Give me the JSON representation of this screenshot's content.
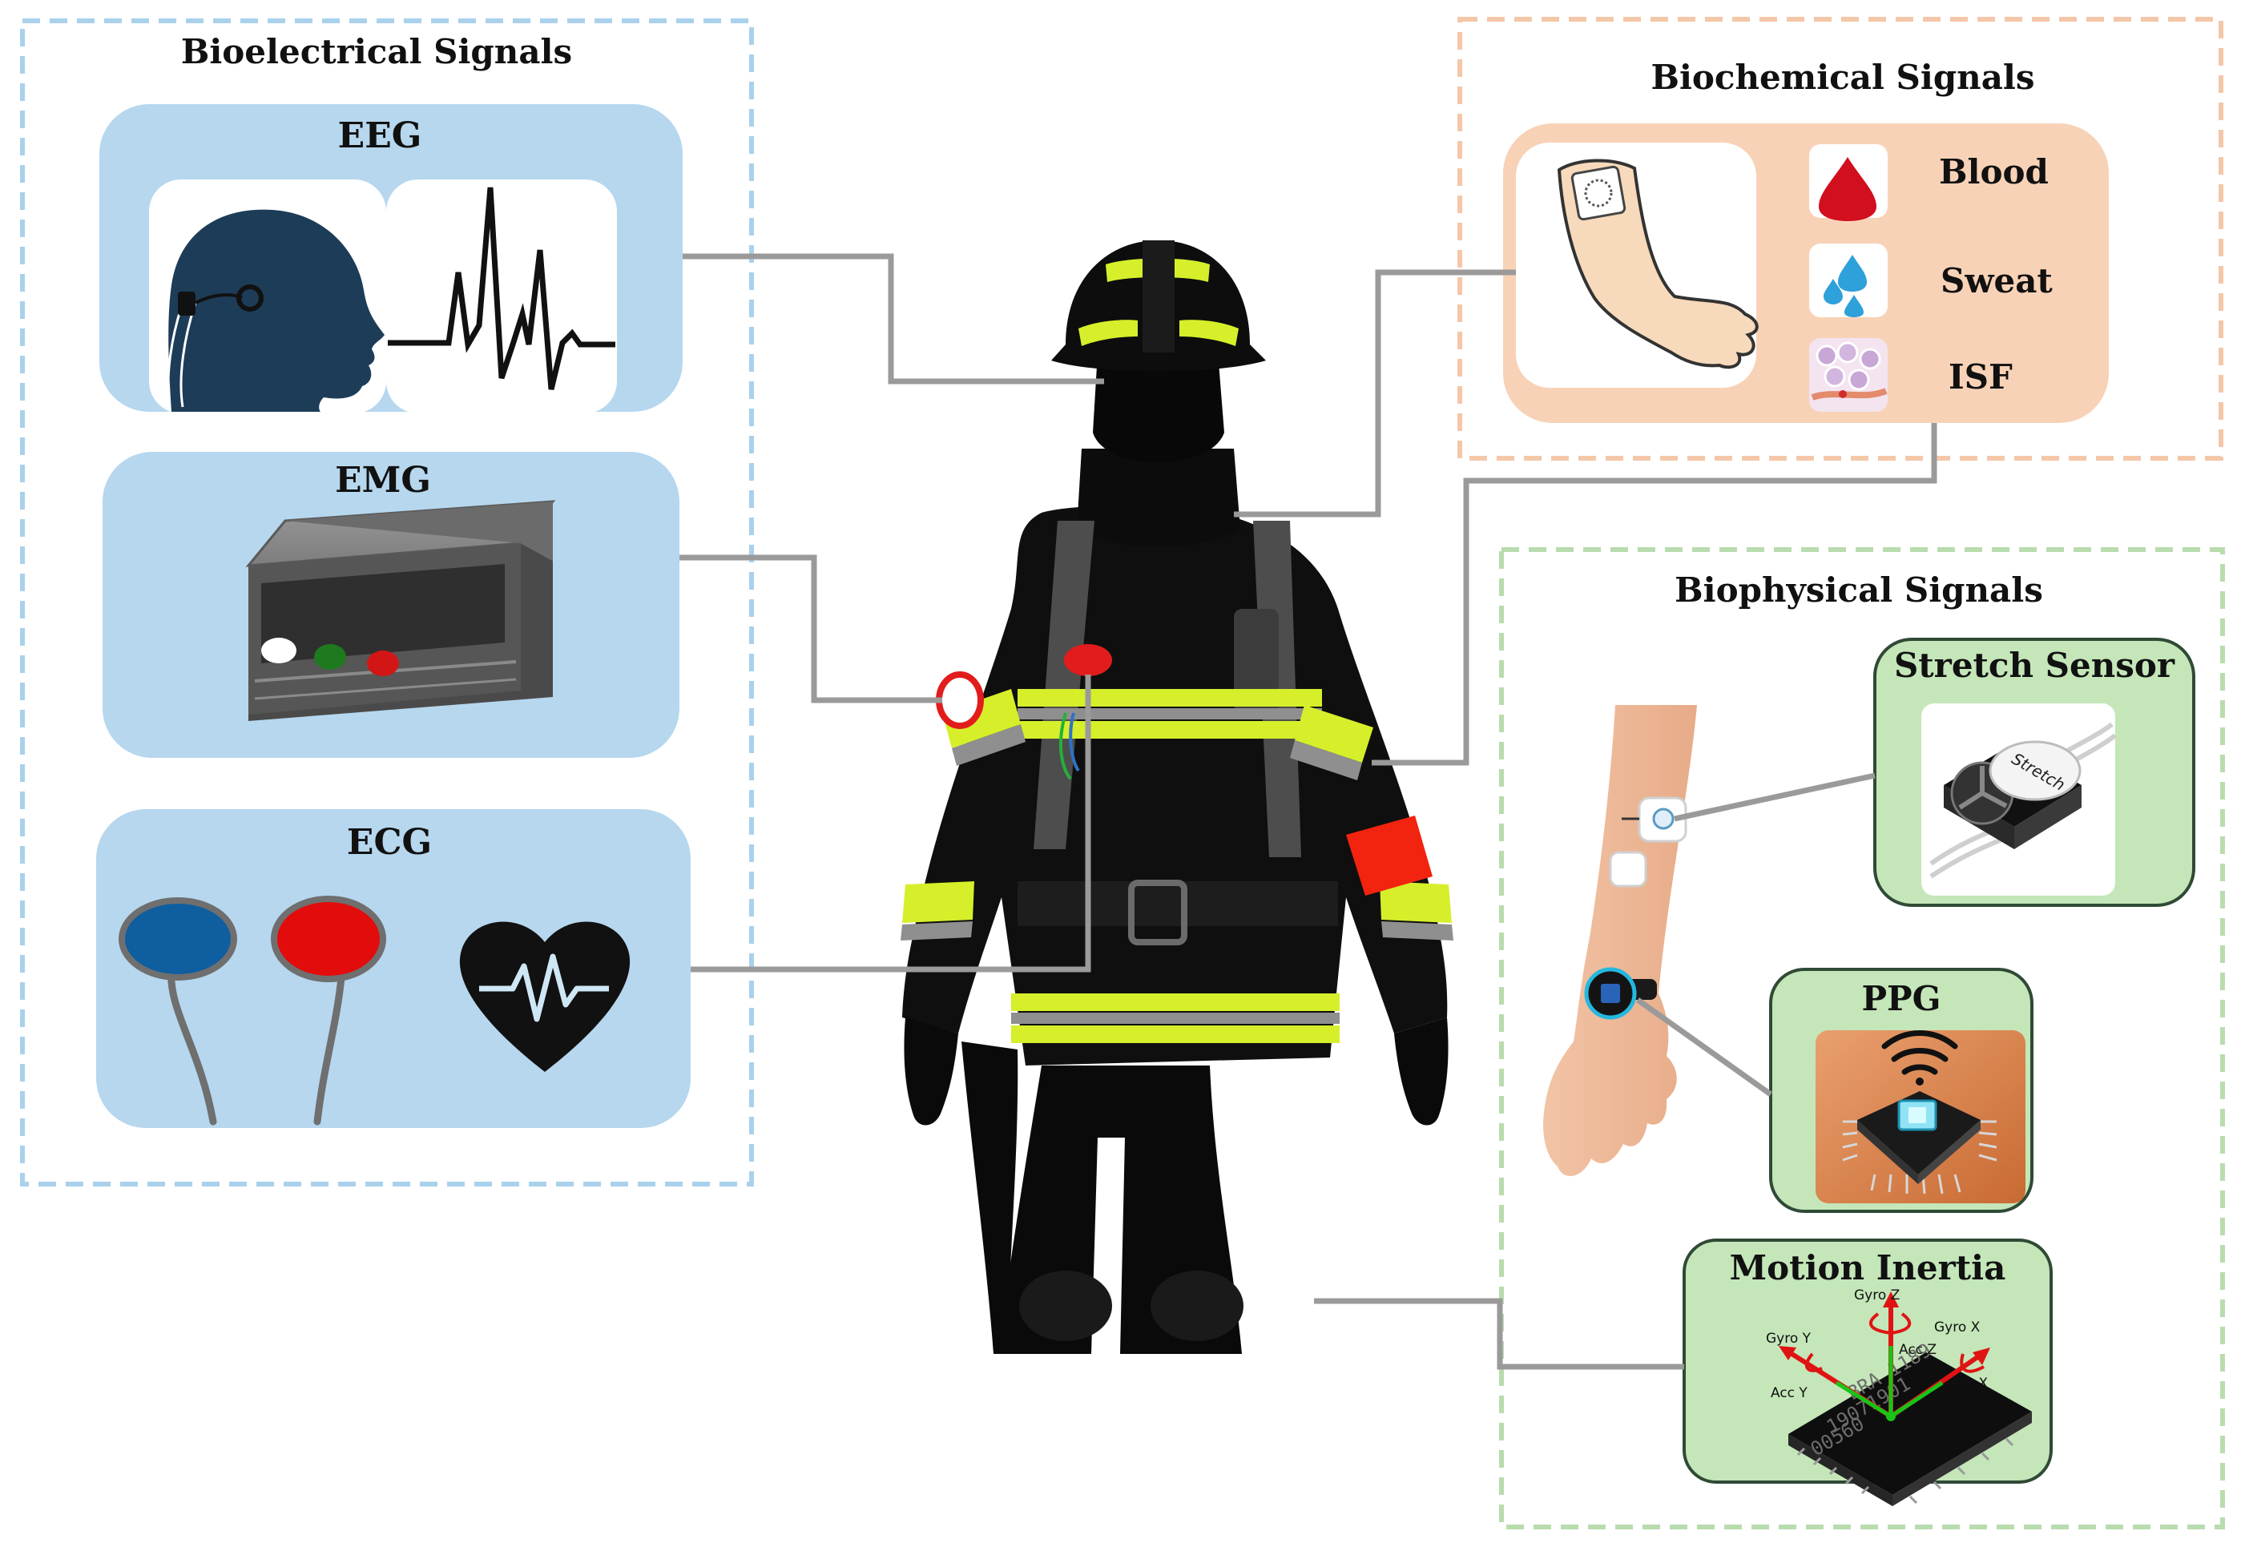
{
  "bioelectrical": {
    "title": "Bioelectrical Signals",
    "eeg": {
      "title": "EEG"
    },
    "emg": {
      "title": "EMG"
    },
    "ecg": {
      "title": "ECG"
    }
  },
  "biochemical": {
    "title": "Biochemical Signals",
    "fluids": [
      "Blood",
      "Sweat",
      "ISF"
    ]
  },
  "biophysical": {
    "title": "Biophysical Signals",
    "stretch": {
      "title": "Stretch Sensor",
      "device_text": "Stretch"
    },
    "ppg": {
      "title": "PPG"
    },
    "motion": {
      "title": "Motion Inertia",
      "axes": [
        "Gyro Z",
        "Gyro X",
        "Gyro Y",
        "Acc Z",
        "Acc X",
        "Acc Y"
      ],
      "chip_lines": [
        "BRA  1189",
        "19071901",
        "00560"
      ]
    }
  },
  "colors": {
    "bioelectrical_accent": "#a9d1ec",
    "bioelectrical_card": "#b6d7ee",
    "biochemical_accent": "#f4c7a8",
    "biochemical_card": "#f8d2b7",
    "biophysical_accent": "#b9dcae",
    "biophysical_card": "#c4e6b9",
    "connector": "#9a9a9a",
    "reflective_stripe": "#d6ef2a"
  }
}
